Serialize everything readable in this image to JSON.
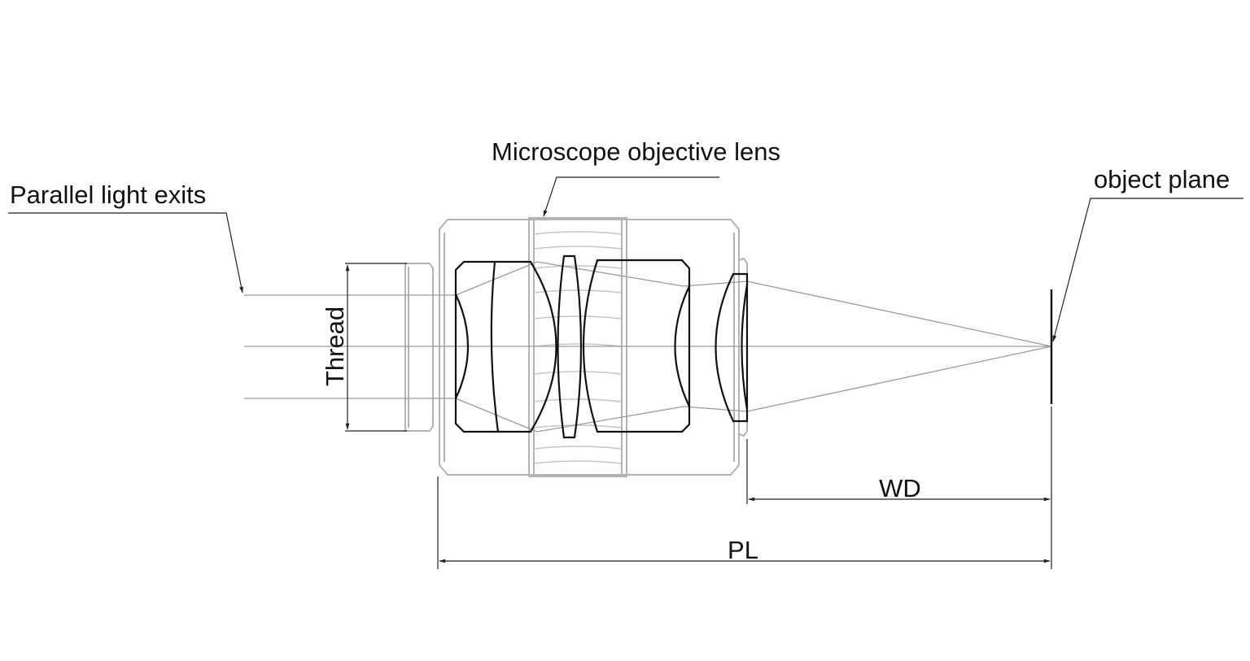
{
  "labels": {
    "parallel_light": "Parallel light exits",
    "objective": "Microscope objective lens",
    "object_plane": "object plane",
    "thread": "Thread",
    "wd": "WD",
    "pl": "PL"
  },
  "colors": {
    "lens_outline": "#111111",
    "housing": "#b3b3b3",
    "ray": "#9a9a9a",
    "dimension": "#222222"
  }
}
